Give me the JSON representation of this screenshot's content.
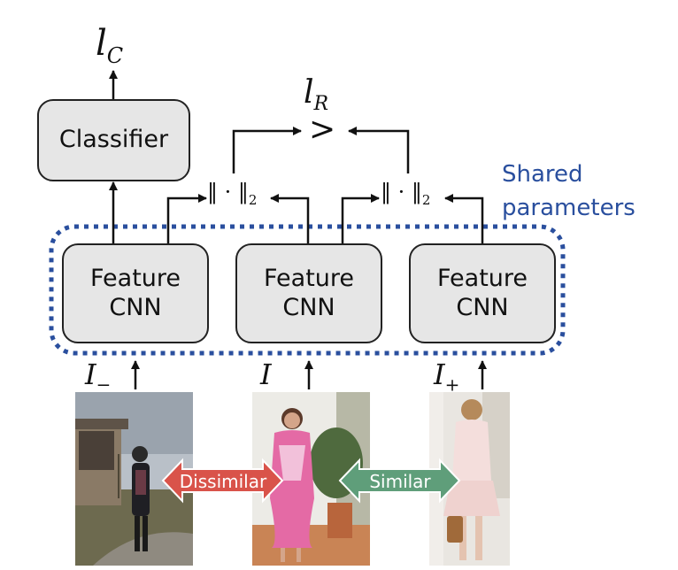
{
  "classifier": {
    "label": "Classifier"
  },
  "feature_cnn": [
    {
      "line1": "Feature",
      "line2": "CNN"
    },
    {
      "line1": "Feature",
      "line2": "CNN"
    },
    {
      "line1": "Feature",
      "line2": "CNN"
    }
  ],
  "losses": {
    "classification": "l",
    "classification_sub": "C",
    "ranking": "l",
    "ranking_sub": "R",
    "comparison": ">"
  },
  "norms": [
    {
      "text": "‖ · ‖",
      "sub": "2"
    },
    {
      "text": "‖ · ‖",
      "sub": "2"
    }
  ],
  "shared": {
    "line1": "Shared",
    "line2": "parameters"
  },
  "inputs": [
    {
      "symbol": "I",
      "sub": "−"
    },
    {
      "symbol": "I",
      "sub": ""
    },
    {
      "symbol": "I",
      "sub": "+"
    }
  ],
  "relations": {
    "dissimilar": "Dissimilar",
    "similar": "Similar"
  },
  "colors": {
    "shared_border": "#2a4f9e",
    "dissimilar": "#d9534a",
    "similar": "#5f9e7a",
    "box_fill": "#e6e6e6"
  }
}
